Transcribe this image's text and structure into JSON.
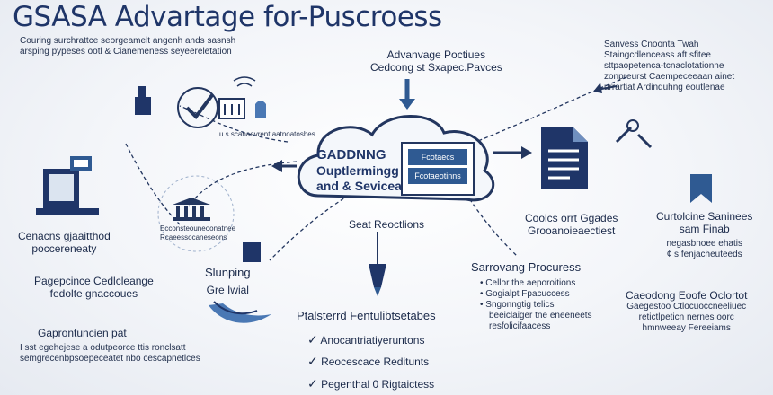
{
  "title": "GSASA Advartage for-Puscroess",
  "subtitle_lines": [
    "Couring surchrattce seorgeamelt angenh ands sasnsh",
    "arsping pypeses ootl & Cianemeness seyeereletation"
  ],
  "top_center": {
    "lines": [
      "Advanvage Poctiues",
      "Cedcong st Sxapec.Pavces"
    ]
  },
  "top_right": {
    "lines": [
      "Sanvess Cnoonta Twah",
      "Staingcdlenceass aft sfitee",
      "sttpaopetenca-tcnaclotationne",
      "zonpreurst Caempeceeaan ainet",
      "urrartiat Ardinduhng eoutlenae"
    ]
  },
  "left_small_caption": "u s scanaevrent aatnoatoshes",
  "cloud": {
    "heading_lines": [
      "GADDNNG",
      "Ouptlermingg",
      "and & Sevicea"
    ],
    "box_labels": [
      "Fcotaecs",
      "Fcotaeotinns"
    ]
  },
  "under_cloud": "Seat Reoctlions",
  "left_box": {
    "lines": [
      "Cenacns gjaaitthod",
      "poccereneaty"
    ]
  },
  "building_caption": "Ecconsteouneoonatnee",
  "building_caption2": "Rcaeessocaneseons",
  "left_mid": {
    "lines": [
      "Pagepcince Cedlcleange",
      "fedolte gnaccoues"
    ]
  },
  "shipping": {
    "lines": [
      "Slunping",
      "Gre Iwial"
    ]
  },
  "left_bottom": {
    "heading": "Gaprontuncien pat",
    "lines": [
      "I sst egehejese a odutpeorce ttis ronclsatt",
      "semgrecenbpsoepeceatet nbo cescapnetlces"
    ]
  },
  "bottom_center": {
    "heading": "Ptalsterrd Fentulibtsetabes",
    "items": [
      "Anocantriatiyeruntons",
      "Reocescace Reditunts",
      "Pegenthal 0 Rigtaictess"
    ]
  },
  "right_mid": {
    "lines": [
      "Coolcs orrt Ggades",
      "Grooanoieaectiest"
    ]
  },
  "services": {
    "lines": [
      "Curtolcine Saninees",
      "sam Finab",
      "negasbnoee ehatis",
      "¢ s fenjacheuteeds"
    ]
  },
  "savings": {
    "heading": "Sarrovang Procuress",
    "bullets": [
      "Cellor the aeporoitions",
      "Gogialpt Fpacuccess",
      "Sngonngtig telics"
    ],
    "tail_lines": [
      "beeiclaiger tne eneeneets",
      "resfolicifaacess"
    ]
  },
  "right_bottom": {
    "heading": "Caeodong Eoofe Oclortot",
    "lines": [
      "Gaegestoo Ctlocuoccneeliuec",
      "retictlpeticn nernes   oorc",
      "hmnweeay Fereeiams"
    ]
  },
  "colors": {
    "navy": "#1f3568",
    "steel": "#2f5a92",
    "light": "#dbe4f0",
    "accent": "#4a78b4"
  }
}
